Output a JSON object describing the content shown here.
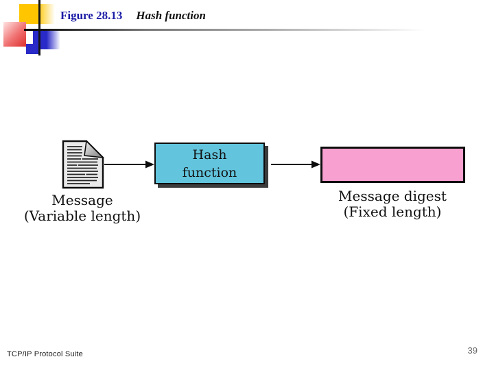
{
  "header": {
    "figure_label": "Figure 28.13",
    "figure_title": "Hash function"
  },
  "diagram": {
    "message_label": {
      "line1": "Message",
      "line2": "(Variable length)"
    },
    "hash_box": {
      "line1": "Hash",
      "line2": "function"
    },
    "digest_label": {
      "line1": "Message digest",
      "line2": "(Fixed length)"
    }
  },
  "footer": {
    "left_text": "TCP/IP Protocol Suite",
    "page_number": "39"
  },
  "icons": {
    "message": "document-icon",
    "flow": "right-arrow-icon"
  },
  "colors": {
    "hash_box_fill": "#62C4DD",
    "hash_box_shadow": "#3b3b3b",
    "digest_box_fill": "#F8A0D0",
    "figure_label_blue": "#1B1BA6",
    "accent_yellow": "#FFC600",
    "accent_red": "#DD2F2F",
    "accent_blue": "#2A2AC8"
  }
}
